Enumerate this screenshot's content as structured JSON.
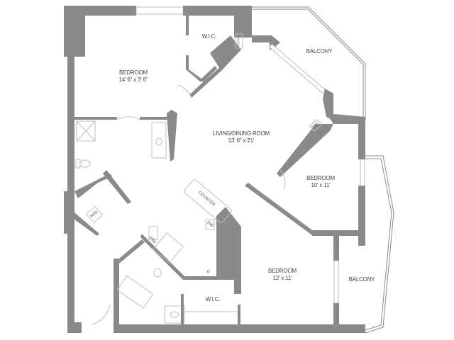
{
  "rooms": {
    "bedroom_master": {
      "name": "BEDROOM",
      "size": "14' 6\" x 3' 6\""
    },
    "living_dining": {
      "name": "LIVING/DINING ROOM",
      "size": "13' 6\" x 21'"
    },
    "bedroom_2": {
      "name": "BEDROOM",
      "size": "10' x 11'"
    },
    "bedroom_3": {
      "name": "BEDROOM",
      "size": "12' x 11'"
    },
    "wic_1": {
      "name": "W.I.C."
    },
    "wic_2": {
      "name": "W.I.C."
    },
    "balcony_1": {
      "name": "BALCONY"
    },
    "balcony_2": {
      "name": "BALCONY"
    }
  },
  "fixtures": {
    "counter": "COUNTER",
    "dishwasher": "DW",
    "refrigerator": "REF",
    "washer_dryer": "W/D",
    "pantry": "P",
    "hvac_1": "HVAC",
    "hvac_2": "HVAC"
  }
}
